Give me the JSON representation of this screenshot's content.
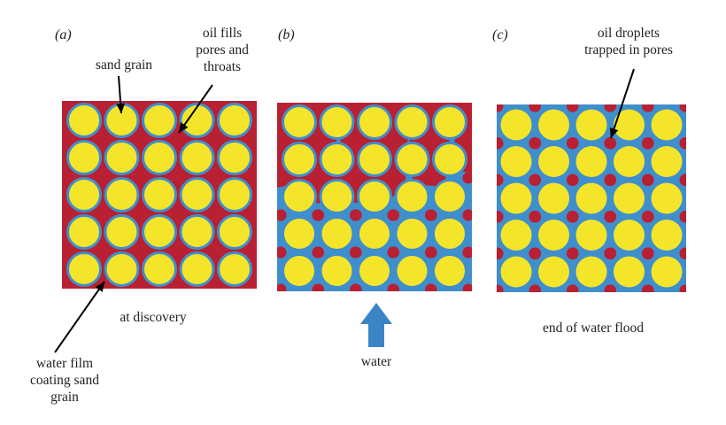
{
  "panels": [
    {
      "label": "(a)",
      "caption": "at discovery"
    },
    {
      "label": "(b)",
      "caption": ""
    },
    {
      "label": "(c)",
      "caption": "end of water flood"
    }
  ],
  "annotations": {
    "sand_grain": "sand grain",
    "oil_fills": "oil fills\npores and\nthroats",
    "water_film": "water film\ncoating sand\ngrain",
    "water": "water",
    "oil_droplets": "oil droplets\ntrapped in pores"
  },
  "colors": {
    "oil": "#b92031",
    "water": "#3f8fcd",
    "sand": "#f5e52a",
    "arrow": "#000000",
    "water_arrow": "#3a85c6"
  }
}
